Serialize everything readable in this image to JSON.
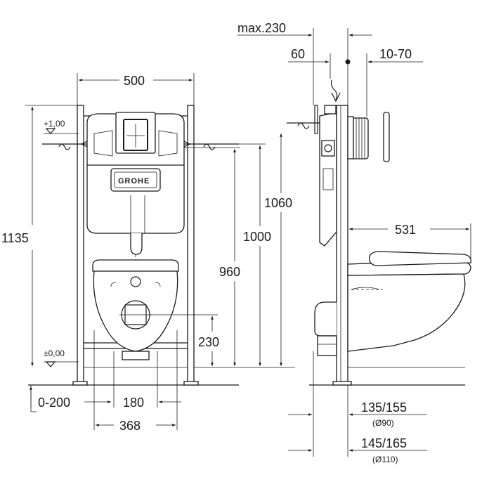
{
  "brand": {
    "logo_text": "GROHE"
  },
  "front_view": {
    "dim_width": "500",
    "dim_total_height": "1135",
    "dim_1060": "1060",
    "dim_1000": "1000",
    "dim_960": "960",
    "dim_230": "230",
    "dim_0_200": "0-200",
    "dim_180": "180",
    "dim_368": "368",
    "level_plus": "+1,00",
    "level_zero": "±0,00"
  },
  "side_view": {
    "dim_max230": "max.230",
    "dim_60": "60",
    "dim_10_70": "10-70",
    "dim_531": "531",
    "dim_135_155": "135/155",
    "dim_d90": "(Ø90)",
    "dim_145_165": "145/165",
    "dim_d110": "(Ø110)"
  }
}
